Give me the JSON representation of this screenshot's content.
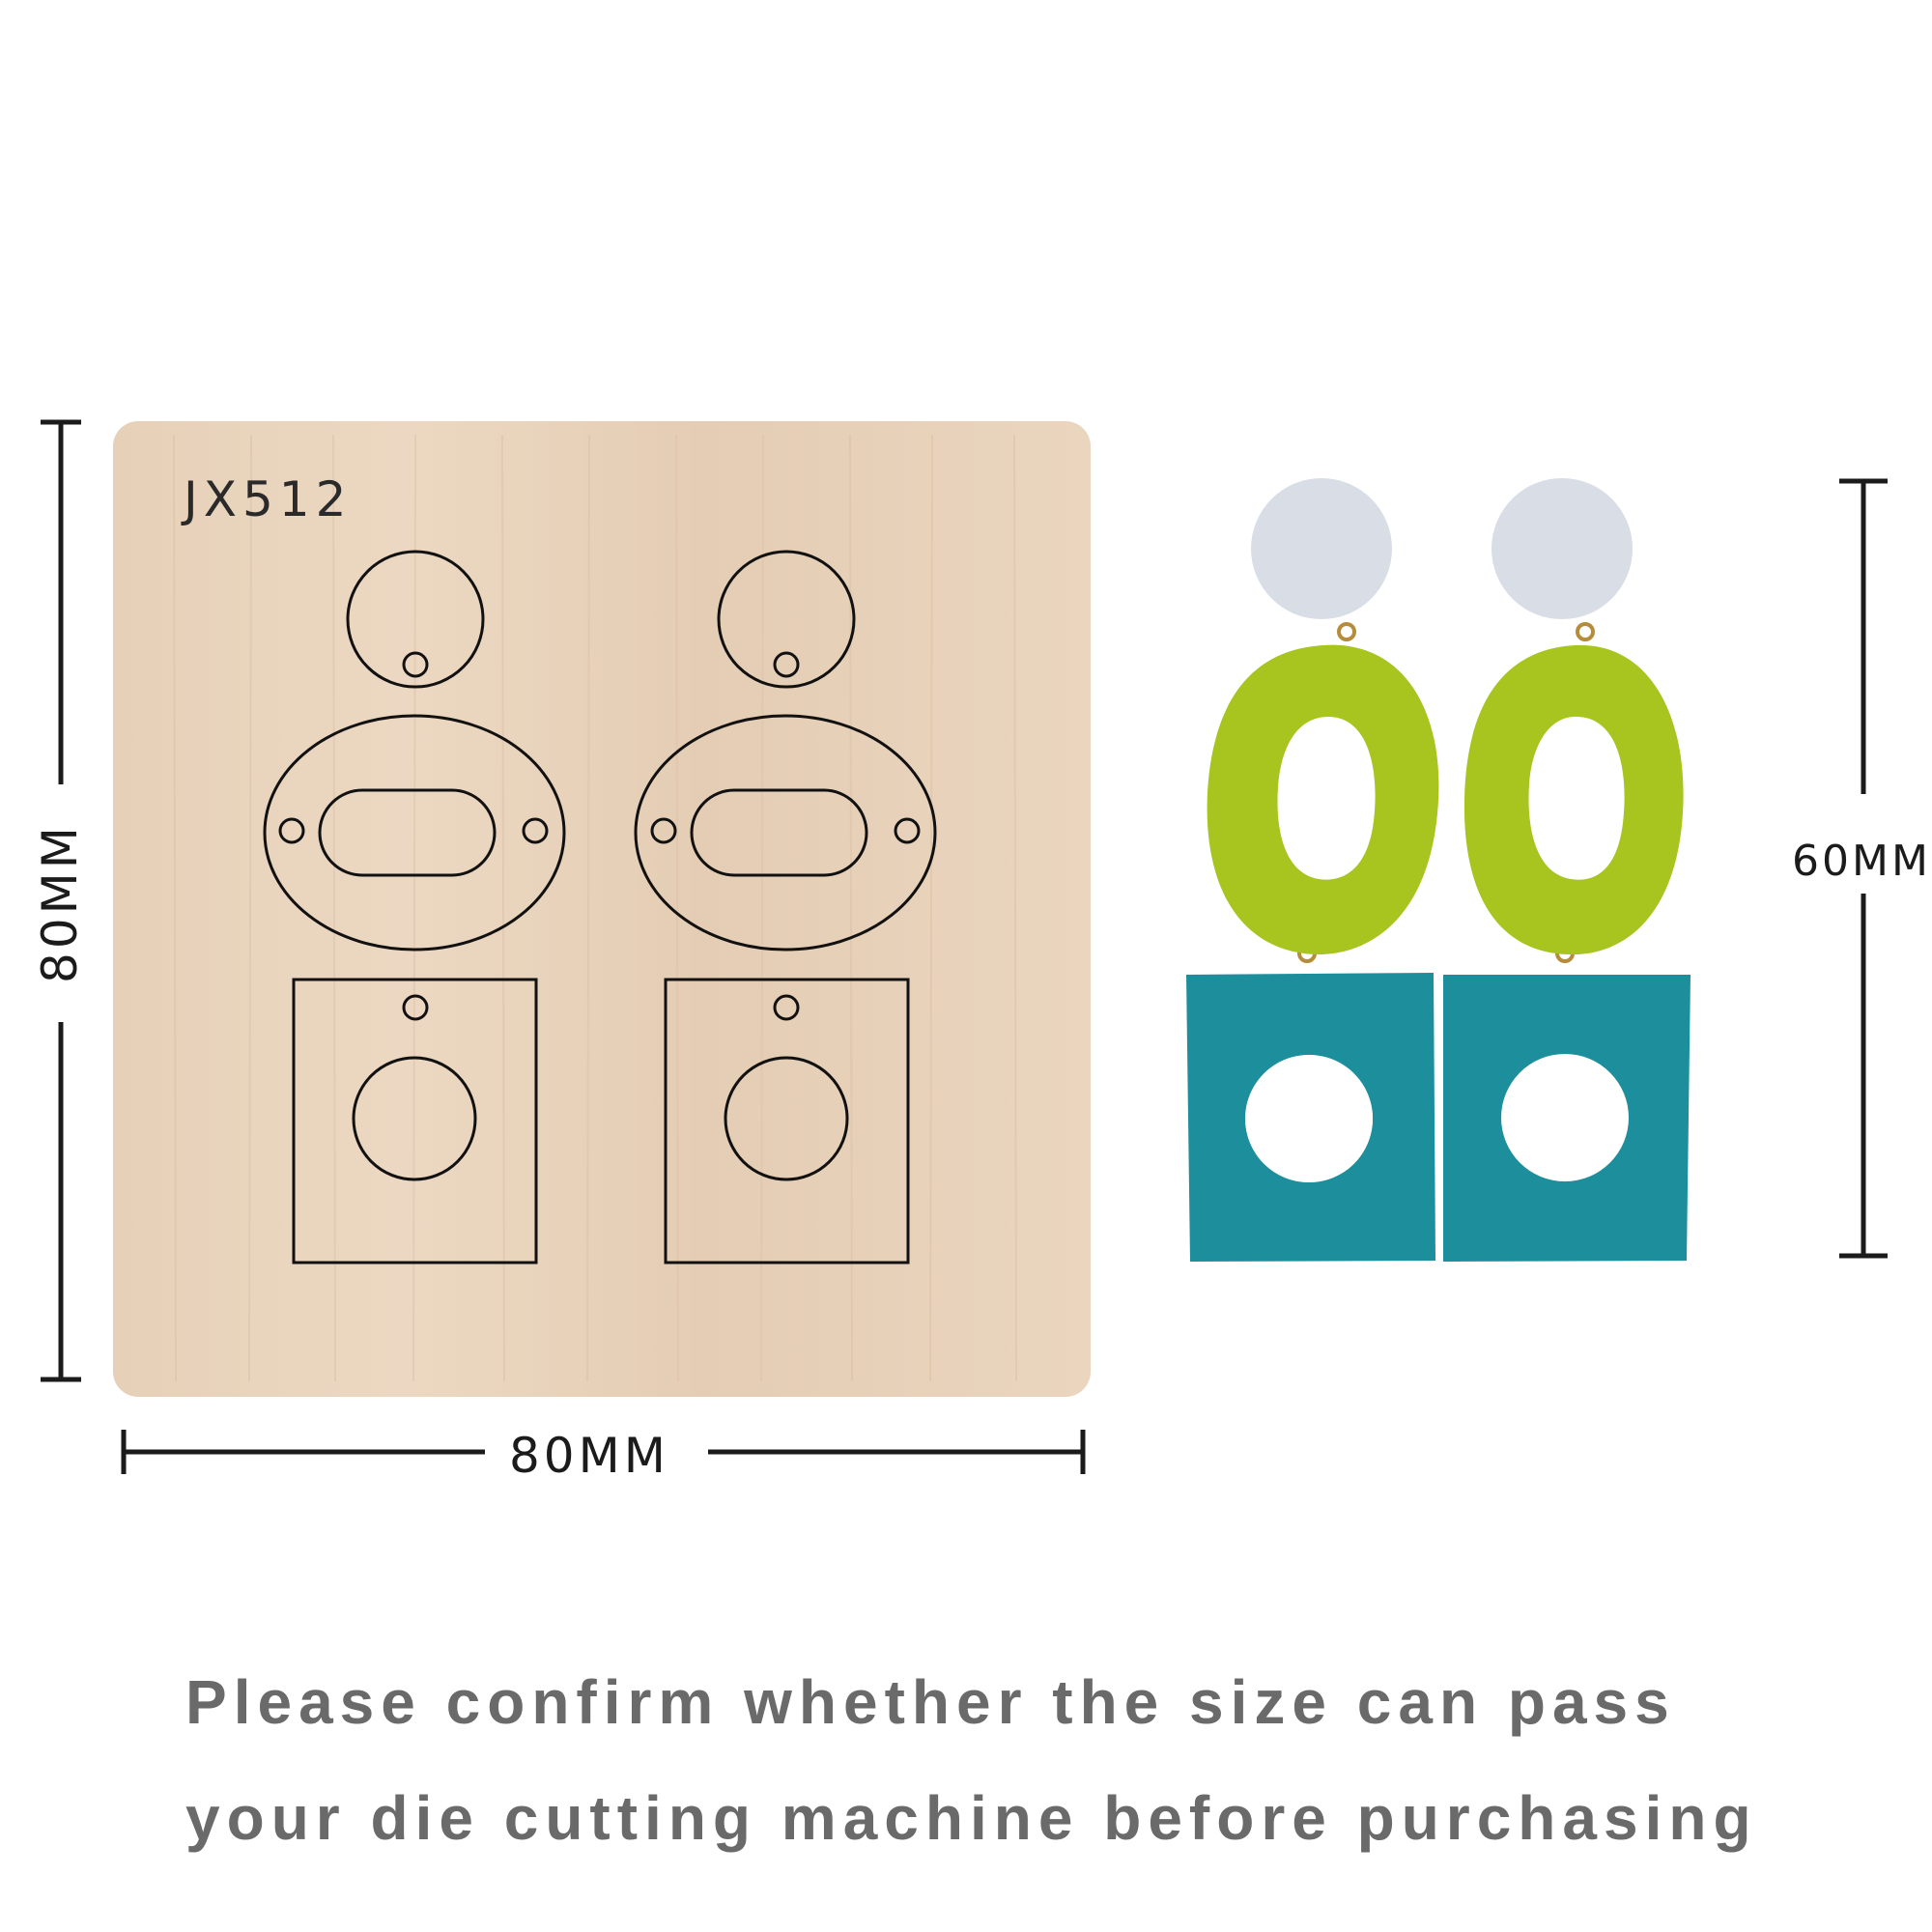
{
  "die": {
    "model_code": "JX512",
    "board_color": "#e8d3bc"
  },
  "dimensions": {
    "height_label": "80MM",
    "width_label": "80MM",
    "earring_height_label": "60MM"
  },
  "earrings": {
    "top_color": "#d8dde6",
    "middle_color": "#a7c41f",
    "bottom_color": "#1d8e9c"
  },
  "notice": {
    "line1": "Please confirm whether the size can pass",
    "line2": "your die cutting machine before purchasing"
  }
}
